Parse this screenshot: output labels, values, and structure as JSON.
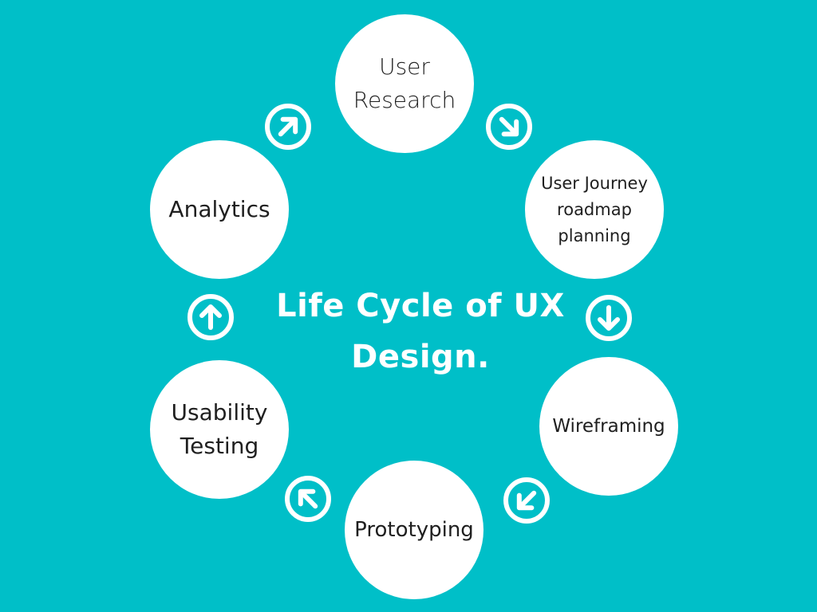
{
  "title": {
    "line1": "Life Cycle of UX",
    "line2": "Design."
  },
  "stages": {
    "user_research": [
      "User",
      "Research"
    ],
    "user_journey": [
      "User Journey",
      "roadmap",
      "planning"
    ],
    "wireframing": [
      "Wireframing"
    ],
    "prototyping": [
      "Prototyping"
    ],
    "usability_testing": [
      "Usability",
      "Testing"
    ],
    "analytics": [
      "Analytics"
    ]
  },
  "arrows": [
    {
      "icon": "arrow-up-right-icon",
      "direction": "up-right"
    },
    {
      "icon": "arrow-down-right-icon",
      "direction": "down-right"
    },
    {
      "icon": "arrow-down-icon",
      "direction": "down"
    },
    {
      "icon": "arrow-down-left-icon",
      "direction": "down-left"
    },
    {
      "icon": "arrow-up-left-icon",
      "direction": "up-left"
    },
    {
      "icon": "arrow-up-icon",
      "direction": "up"
    }
  ],
  "colors": {
    "background": "#00BFC8",
    "circle": "#FFFFFF",
    "text": "#1F1F1F",
    "title": "#FFFFFF"
  }
}
